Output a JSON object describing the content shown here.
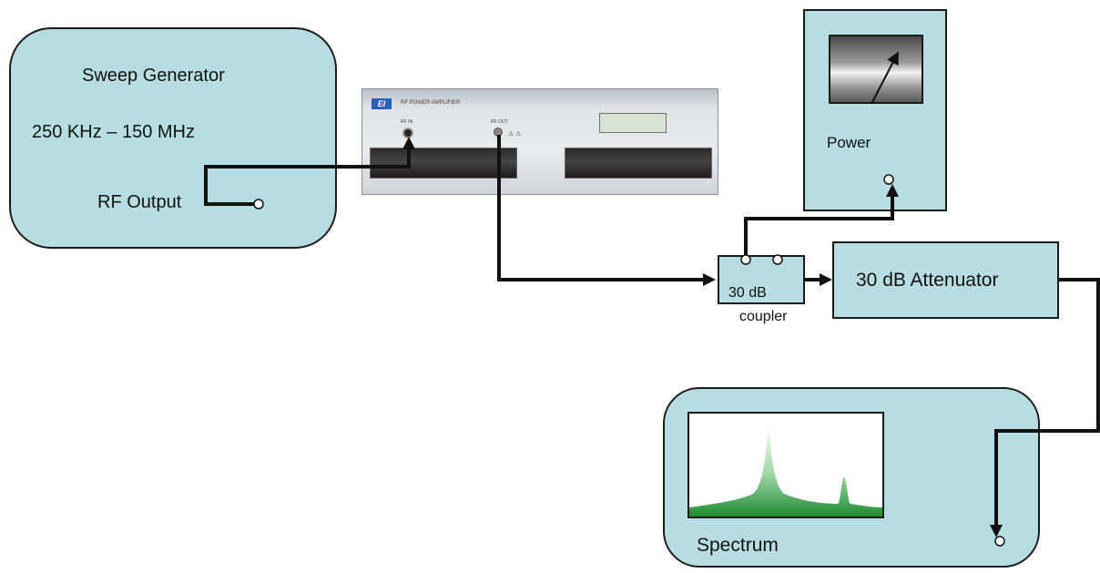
{
  "sweep_generator": {
    "title": "Sweep Generator",
    "range": "250 KHz – 150 MHz",
    "output_label": "RF Output"
  },
  "amplifier": {
    "logo": "EI",
    "panel_label": "RF POWER AMPLIFIER",
    "rf_in_label": "RF IN",
    "rf_out_label": "RF OUT"
  },
  "power_meter": {
    "label": "Power"
  },
  "coupler": {
    "value_label": "30 dB",
    "name_label": "coupler"
  },
  "attenuator": {
    "label": "30 dB Attenuator"
  },
  "spectrum_analyzer": {
    "label": "Spectrum"
  },
  "colors": {
    "box_fill": "#b7dde2",
    "outline": "#1a1a1a",
    "spectrum_green": "#2f9a3f"
  }
}
